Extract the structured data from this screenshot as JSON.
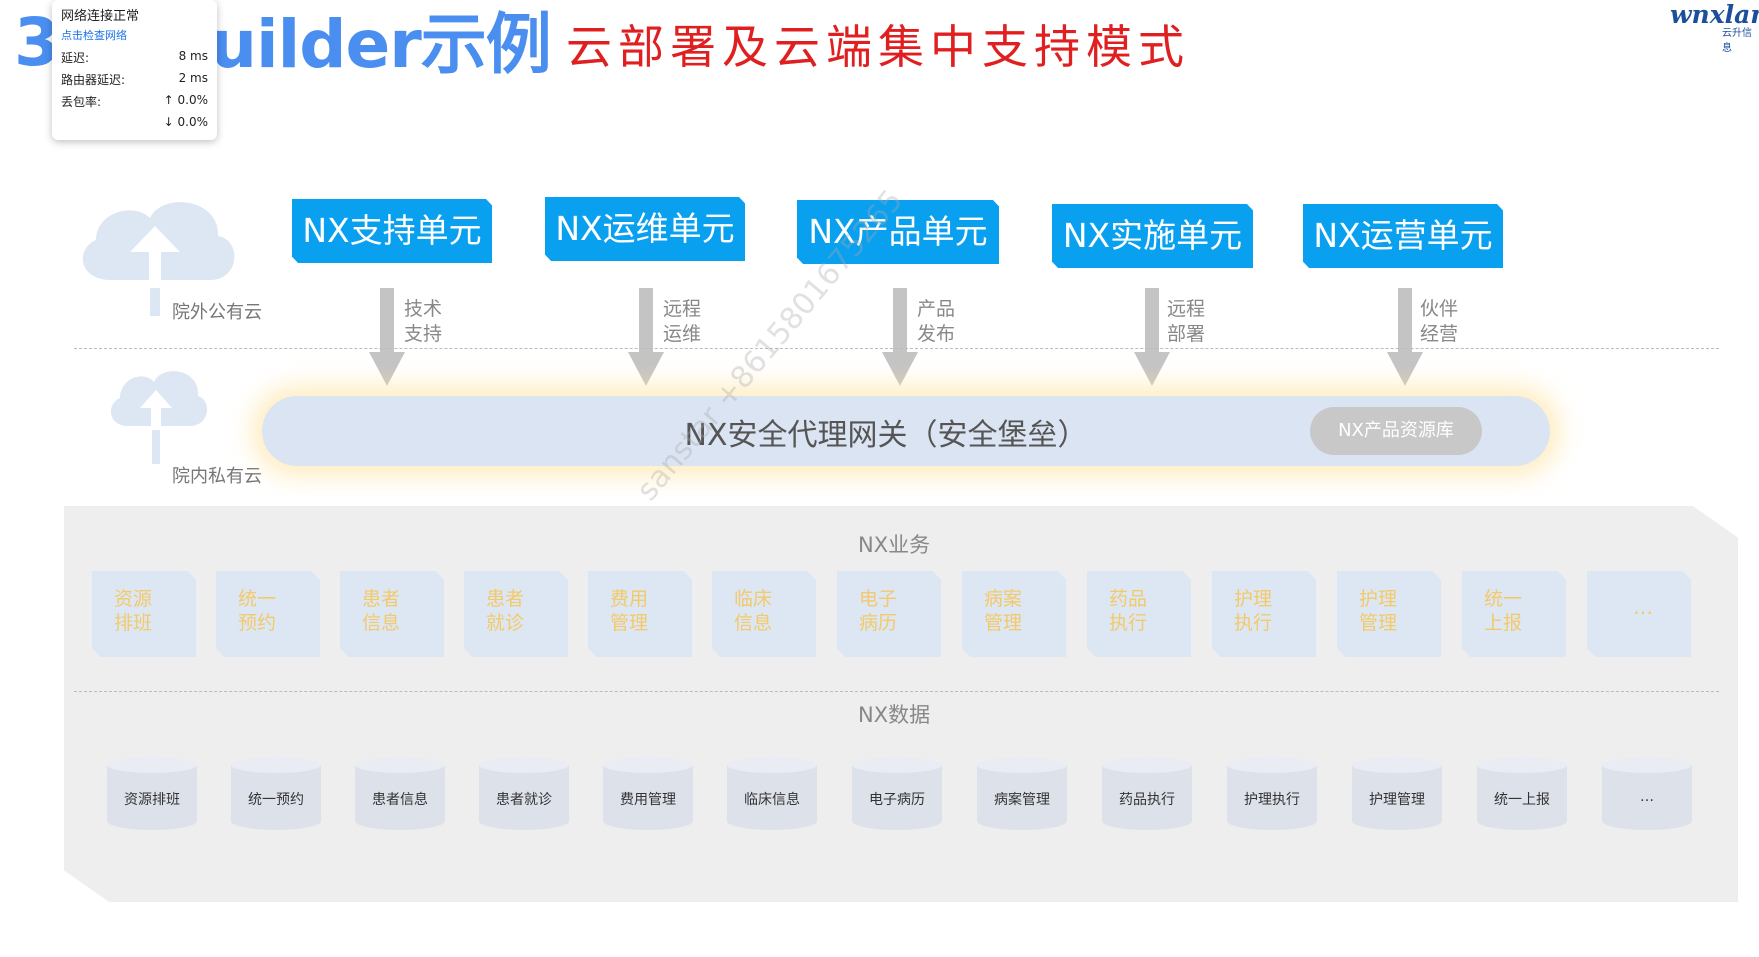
{
  "title": {
    "number": "3",
    "main": "uilder示例",
    "subtitle": "云部署及云端集中支持模式"
  },
  "logo": {
    "text": "wnxlanc",
    "sub": "云升信息"
  },
  "network_popup": {
    "status": "网络连接正常",
    "link": "点击检查网络",
    "rows": [
      {
        "label": "延迟:",
        "value": "8 ms"
      },
      {
        "label": "路由器延迟:",
        "value": "2 ms"
      },
      {
        "label": "丢包率:",
        "value": "↑ 0.0%"
      },
      {
        "label": "",
        "value": "↓ 0.0%"
      }
    ]
  },
  "zones": {
    "public": "院外公有云",
    "private": "院内私有云"
  },
  "units": [
    {
      "label": "NX支持单元",
      "arrow_label": [
        "技术",
        "支持"
      ]
    },
    {
      "label": "NX运维单元",
      "arrow_label": [
        "远程",
        "运维"
      ]
    },
    {
      "label": "NX产品单元",
      "arrow_label": [
        "产品",
        "发布"
      ]
    },
    {
      "label": "NX实施单元",
      "arrow_label": [
        "远程",
        "部署"
      ]
    },
    {
      "label": "NX运营单元",
      "arrow_label": [
        "伙伴",
        "经营"
      ]
    }
  ],
  "gateway": {
    "title": "NX安全代理网关（安全堡垒）",
    "repo": "NX产品资源库"
  },
  "business": {
    "label": "NX业务",
    "items": [
      [
        "资源",
        "排班"
      ],
      [
        "统一",
        "预约"
      ],
      [
        "患者",
        "信息"
      ],
      [
        "患者",
        "就诊"
      ],
      [
        "费用",
        "管理"
      ],
      [
        "临床",
        "信息"
      ],
      [
        "电子",
        "病历"
      ],
      [
        "病案",
        "管理"
      ],
      [
        "药品",
        "执行"
      ],
      [
        "护理",
        "执行"
      ],
      [
        "护理",
        "管理"
      ],
      [
        "统一",
        "上报"
      ],
      [
        "…",
        ""
      ]
    ]
  },
  "data": {
    "label": "NX数据",
    "items": [
      "资源排班",
      "统一预约",
      "患者信息",
      "患者就诊",
      "费用管理",
      "临床信息",
      "电子病历",
      "病案管理",
      "药品执行",
      "护理执行",
      "护理管理",
      "统一上报",
      "…"
    ]
  },
  "watermark": "sanstar +8615801675265",
  "colors": {
    "title_blue": "#4a8ef0",
    "subtitle_red": "#e02020",
    "unit_blue": "#0aa0f0",
    "gateway_bg": "#dbe4f2",
    "biz_text": "#f3c969"
  }
}
